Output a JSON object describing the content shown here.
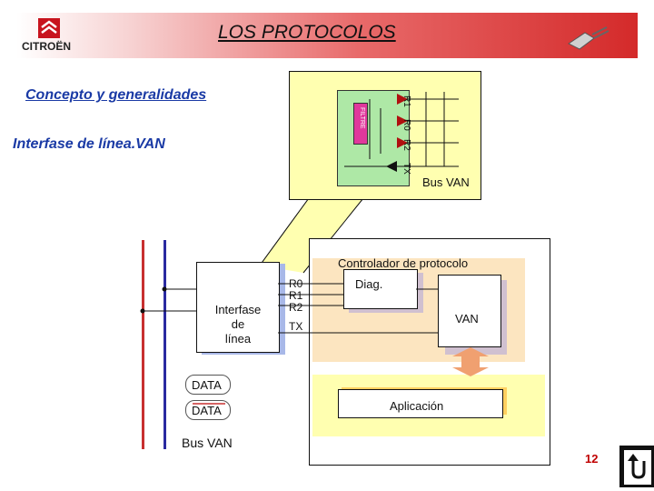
{
  "header": {
    "brand": "CITROËN",
    "title": "LOS PROTOCOLOS"
  },
  "section_title": "Concepto y generalidades",
  "subtitle": "Interfase de línea.VAN",
  "inset": {
    "signal_labels": [
      "R1",
      "R0",
      "R2",
      "TX"
    ],
    "filter_label": "FILTRE",
    "bus_label": "Bus VAN"
  },
  "main_diagram": {
    "controller_title": "Controlador de protocolo",
    "line_interface_label": [
      "Interfase",
      "de",
      "línea"
    ],
    "receiver_signals": [
      "R0",
      "R1",
      "R2"
    ],
    "transmit_signal": "TX",
    "diag_label": "Diag.",
    "van_label": "VAN",
    "application_label": "Aplicación",
    "data_label": "DATA",
    "data_bar_label": "DATA",
    "bus_label": "Bus VAN"
  },
  "footer": {
    "page_number": "12"
  },
  "colors": {
    "panel_yellow": "#ffffb0",
    "controller_fill": "#fce5c0",
    "box_border": "#111111",
    "inset_green": "#aee8a6",
    "filter_pink": "#e0389c",
    "bus_red": "#c83030",
    "bus_blue": "#2a2aa0",
    "arrow_orange": "#f0a070",
    "text_blue": "#1a3aa5",
    "accent_red": "#c00000"
  }
}
